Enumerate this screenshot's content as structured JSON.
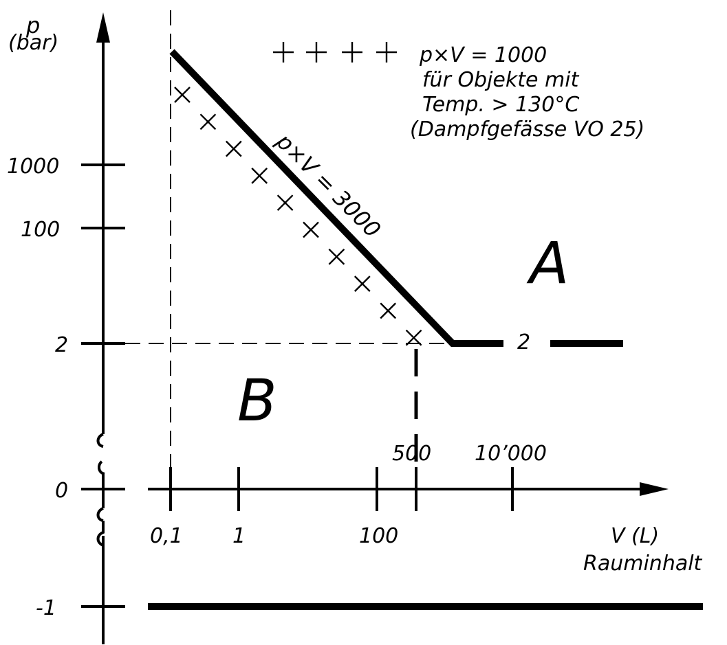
{
  "y_axis": {
    "symbol": "p",
    "unit": "(bar)",
    "ticks": [
      "1000",
      "100",
      "2",
      "0",
      "-1"
    ]
  },
  "x_axis": {
    "ticks": [
      "0,1",
      "1",
      "100",
      "500",
      "10’000"
    ],
    "symbol": "V  (L)",
    "name": "Rauminhalt"
  },
  "lines": {
    "main": {
      "label": "p×V = 3000"
    },
    "pressure_2": {
      "label": "2"
    }
  },
  "legend": {
    "symbol": "+ + + +",
    "lines": [
      "p×V  =  1000",
      "für Objekte mit",
      "Temp.  >  130°C",
      "(Dampfgefässe VO 25)"
    ]
  },
  "regions": [
    "A",
    "B"
  ]
}
